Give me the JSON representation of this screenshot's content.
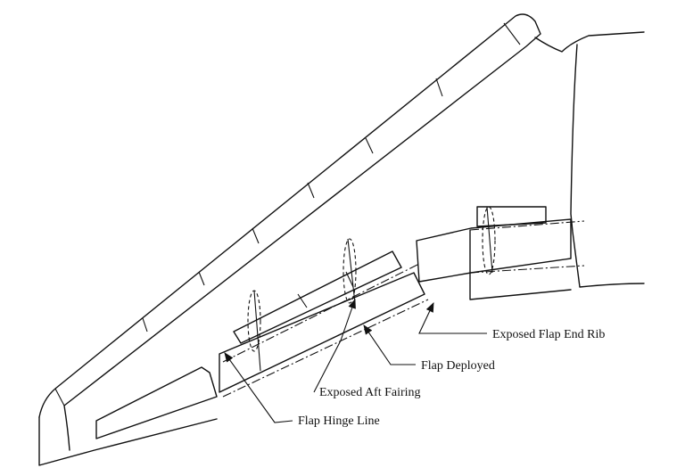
{
  "labels": {
    "end_rib": "Exposed Flap End Rib",
    "flap_deployed": "Flap Deployed",
    "aft_fairing": "Exposed Aft Fairing",
    "hinge_line": "Flap Hinge Line"
  }
}
